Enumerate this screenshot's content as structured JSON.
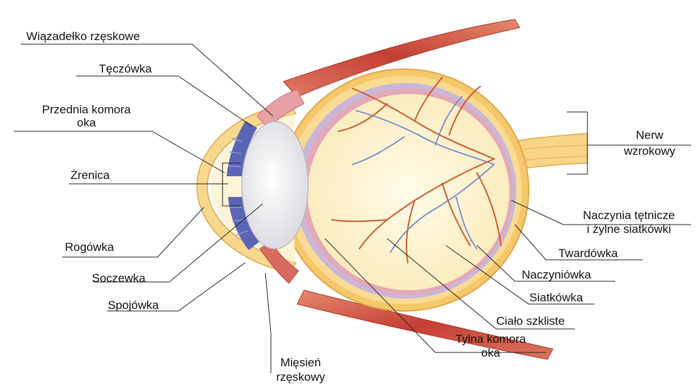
{
  "labels": {
    "wiazadelko": "Wiązadełko rzęskowe",
    "teczowka": "Tęczówka",
    "przednia_1": "Przednia komora",
    "przednia_2": "oka",
    "zrenica": "Żrenica",
    "rogowka": "Rogówka",
    "soczewka": "Soczewka",
    "spojowka": "Spojówka",
    "miesien_1": "Mięsień",
    "miesien_2": "rzęskowy",
    "nerw_1": "Nerw",
    "nerw_2": "wzrokowy",
    "naczynia_1": "Naczynia tętnicze",
    "naczynia_2": "i żylne siatkówki",
    "twardowka": "Twardówka",
    "naczyniowka": "Naczyniówka",
    "siatkowka": "Siatkówka",
    "cialo": "Ciało szkliste",
    "tylna_1": "Tylna komora",
    "tylna_2": "oka"
  },
  "colors": {
    "sclera": "#f7c96d",
    "sclera_light": "#fbe3a6",
    "retina": "#d9a4b2",
    "choroid": "#b9b3d8",
    "vitreous": "#fdf3d4",
    "iris": "#5a63b3",
    "lens": "#f1f1f3",
    "muscle": "#c74a3a",
    "artery": "#d0542a",
    "vein": "#5d77c7",
    "leader": "#222222"
  }
}
